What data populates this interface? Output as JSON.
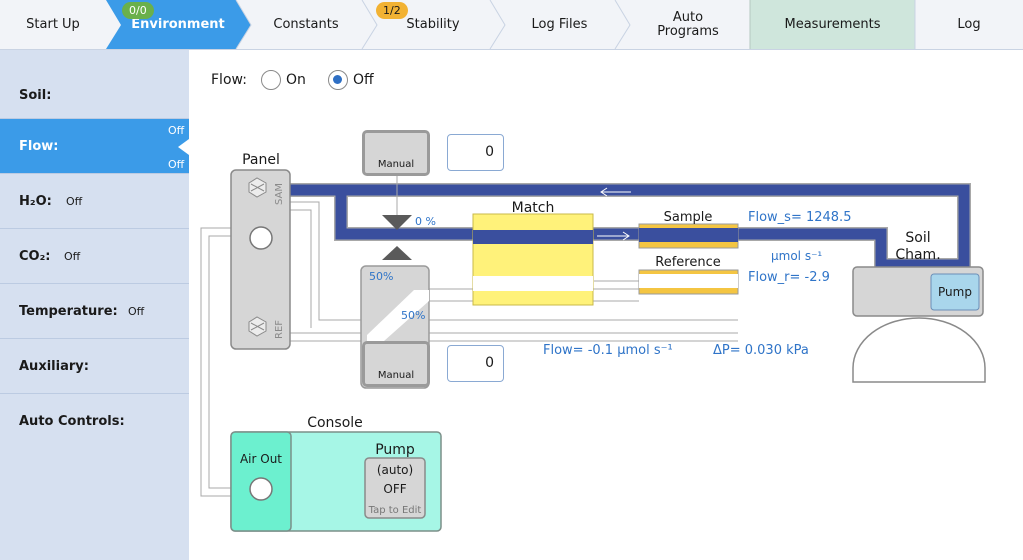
{
  "tabs": [
    {
      "label": "Start Up",
      "badge": ""
    },
    {
      "label": "Environment",
      "badge": "0/0",
      "active": true
    },
    {
      "label": "Constants",
      "badge": ""
    },
    {
      "label": "Stability",
      "badge": "1/2"
    },
    {
      "label": "Log Files",
      "badge": ""
    },
    {
      "label": "Auto Programs",
      "line1": "Auto",
      "line2": "Programs",
      "badge": ""
    },
    {
      "label": "Measurements",
      "badge": ""
    },
    {
      "label": "Log",
      "badge": ""
    }
  ],
  "sidebar": {
    "items": [
      {
        "label": "Soil:",
        "value": ""
      },
      {
        "label": "Flow:",
        "value": "",
        "value_top": "Off",
        "value_bottom": "Off",
        "active": true
      },
      {
        "label": "H₂O:",
        "value": "Off"
      },
      {
        "label": "CO₂:",
        "value": "Off"
      },
      {
        "label": "Temperature:",
        "value": "Off"
      },
      {
        "label": "Auxiliary:",
        "value": ""
      },
      {
        "label": "Auto Controls:",
        "value": ""
      }
    ]
  },
  "flow_control": {
    "label": "Flow:",
    "on_label": "On",
    "off_label": "Off",
    "selected": "off"
  },
  "diagram": {
    "panel_label": "Panel",
    "sam_label": "SAM",
    "ref_label": "REF",
    "manual_top": {
      "label": "Manual",
      "value": "0"
    },
    "manual_bottom": {
      "label": "Manual",
      "value": "0"
    },
    "valve_pct_top": "0 %",
    "valve_pct_left": "50%",
    "valve_pct_right": "50%",
    "match_label": "Match",
    "sample_label": "Sample",
    "reference_label": "Reference",
    "flow_s": "Flow_s= 1248.5",
    "flow_unit": "µmol s⁻¹",
    "flow_r": "Flow_r= -2.9",
    "flow_total": "Flow= -0.1 µmol s⁻¹",
    "delta_p": "ΔP= 0.030 kPa",
    "soil_chamber_line1": "Soil",
    "soil_chamber_line2": "Cham.",
    "chamber_pump_label": "Pump",
    "console_label": "Console",
    "air_out_label": "Air Out",
    "pump_label": "Pump",
    "pump_mode": "(auto)",
    "pump_state": "OFF",
    "pump_hint": "Tap to Edit"
  },
  "colors": {
    "accent": "#3b9be8",
    "badge_green": "#6ab04c",
    "badge_orange": "#f2b233",
    "measurements_tab": "#cfe6dc",
    "pipe": "#3a4f9e",
    "match": "#fff27a",
    "console": "#a6f6e6"
  }
}
